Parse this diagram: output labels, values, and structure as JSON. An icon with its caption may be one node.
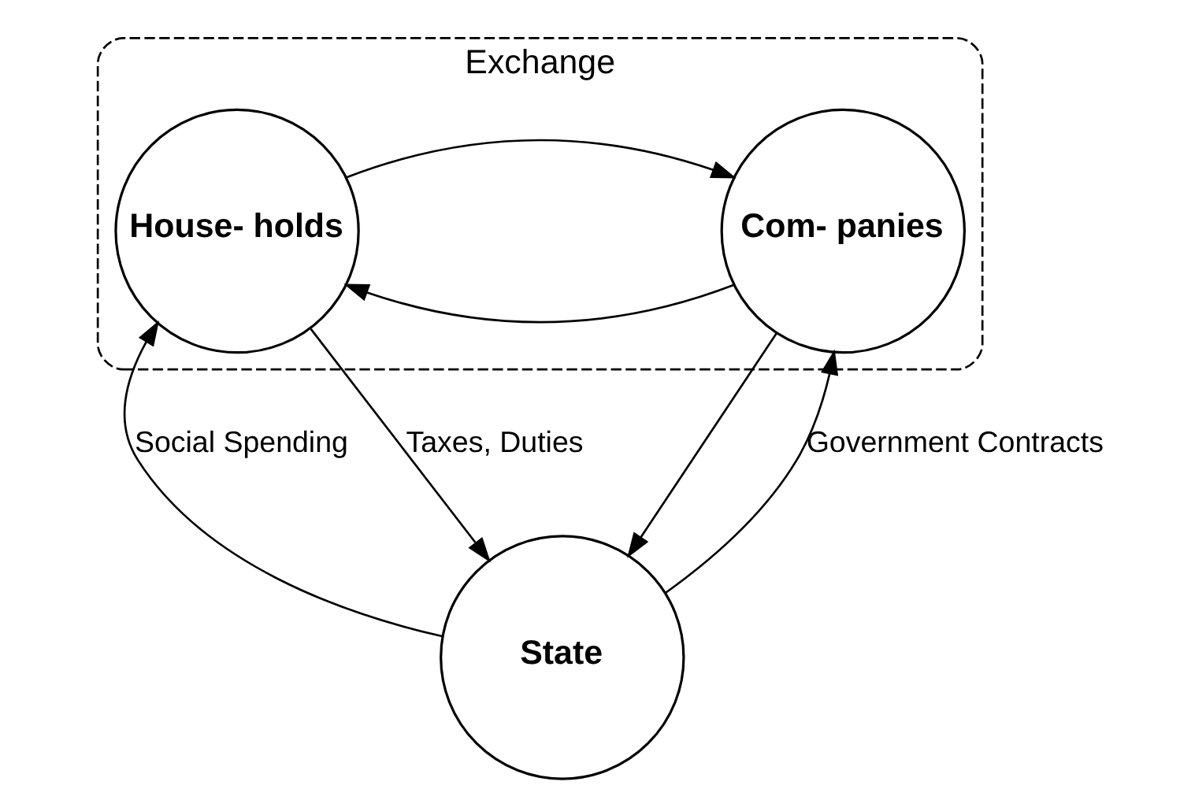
{
  "diagram": {
    "nodes": [
      {
        "text": [
          "Exchange"
        ]
      },
      {
        "text": [
          "House- holds"
        ],
        "in": 0
      },
      {
        "text": [
          "Com- panies"
        ],
        "in": 0
      },
      {
        "text": [
          "State"
        ]
      }
    ],
    "edges": [
      {
        "from": 2,
        "to": 1,
        "arrow": "to"
      },
      {
        "from": 1,
        "to": 2,
        "arrow": "to"
      },
      {
        "from": 1,
        "to": 3,
        "arrow": "to",
        "label": "Taxes, Duties"
      },
      {
        "from": 3,
        "to": 1,
        "arrow": "to",
        "label": "Social Spending"
      },
      {
        "from": 2,
        "to": 3,
        "arrow": "to"
      },
      {
        "from": 3,
        "to": 2,
        "arrow": "to",
        "label": "Government Contracts"
      }
    ]
  }
}
